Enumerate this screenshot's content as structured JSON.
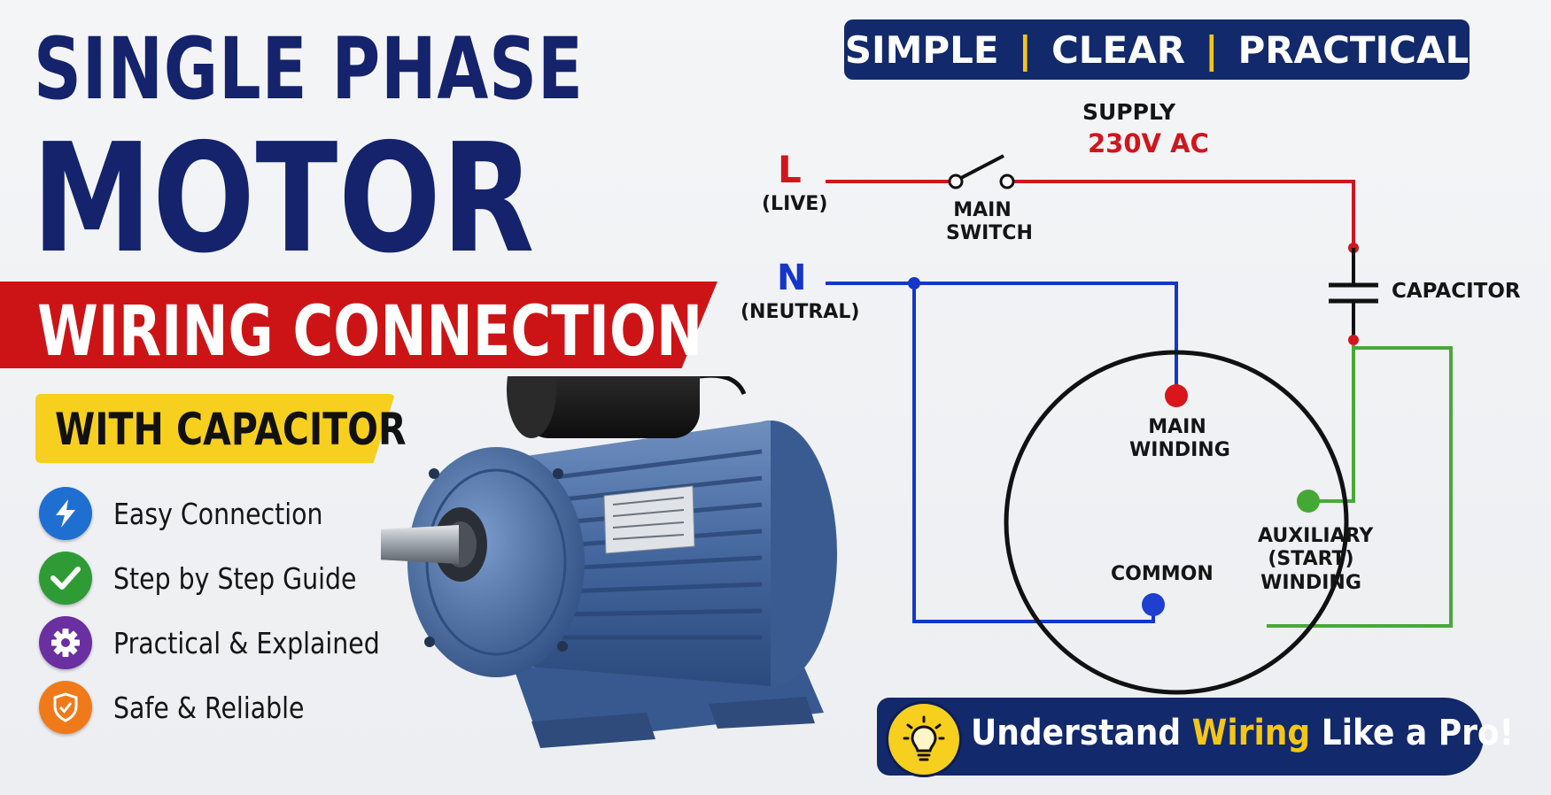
{
  "headline": {
    "line1": "SINGLE PHASE",
    "line2": "MOTOR",
    "line3": "WIRING CONNECTION",
    "badge": "WITH CAPACITOR"
  },
  "features": [
    {
      "label": "Easy Connection",
      "icon": "lightning-icon",
      "color": "#1f6fd1"
    },
    {
      "label": "Step by Step Guide",
      "icon": "check-icon",
      "color": "#2e9b35"
    },
    {
      "label": "Practical & Explained",
      "icon": "gear-icon",
      "color": "#6a2fa0"
    },
    {
      "label": "Safe & Reliable",
      "icon": "shield-icon",
      "color": "#f07a1a"
    }
  ],
  "tagline": {
    "words": [
      "SIMPLE",
      "CLEAR",
      "PRACTICAL"
    ],
    "separator": "|"
  },
  "diagram": {
    "supply_label": "SUPPLY",
    "supply_value": "230V AC",
    "live_letter": "L",
    "live_label": "(LIVE)",
    "neutral_letter": "N",
    "neutral_label": "(NEUTRAL)",
    "switch_label_1": "MAIN",
    "switch_label_2": "SWITCH",
    "capacitor_label": "CAPACITOR",
    "main_winding_1": "MAIN",
    "main_winding_2": "WINDING",
    "aux_winding_1": "AUXILIARY",
    "aux_winding_2": "(START)",
    "aux_winding_3": "WINDING",
    "common_label": "COMMON"
  },
  "colors": {
    "navy": "#14236b",
    "red": "#cc1416",
    "yellow": "#f7cf1e",
    "live_wire": "#d0161c",
    "neutral_wire": "#1636c8",
    "aux_wire": "#4aa83a"
  },
  "cta": {
    "prefix": "Understand ",
    "highlight": "Wiring",
    "suffix": " Like a Pro!",
    "icon": "lightbulb-icon"
  }
}
